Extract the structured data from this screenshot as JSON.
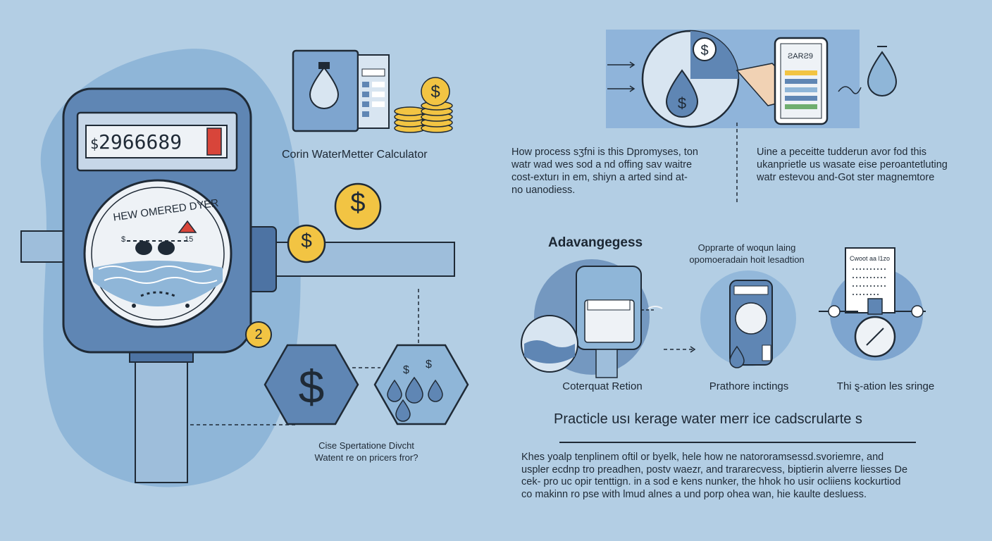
{
  "meter": {
    "display_reading": "2966689",
    "display_prefix": "$",
    "dial_arc_text": "HEW OMERED DYER",
    "dial_left_mark": "$",
    "dial_right_mark": "15"
  },
  "step_badge": "2",
  "calculator_caption": "Corin WaterMetter Calculator",
  "top_left_text": "How process sʒfni is this Dpromyses, ton\nwatr wad wes sod a nd offing sav waitre\ncost-exturı in em, shiyn a arted sind at-\nno uanodiess.",
  "top_right_text": "Uine a peceitte tudderun avor fod this\nukanprietle us wasate eise peroantetluting\nwatr estevou and-Got ster magnemtore",
  "phone_display": "ƧARƧ9",
  "advantages": {
    "heading": "Adavangegess",
    "subheading": "Opprarte of woqun laing\nopomoeradain hoit lesadtion",
    "doc_title": "Cwoot aa l1zo",
    "captions": [
      "Coterquat Retion",
      "Prathore inctings",
      "Thi ȿ-ation les sringe"
    ]
  },
  "bottom_left_caption": "Cise Spertatione Divcht\nWatent re on pricers fror?",
  "practical": {
    "heading": "Practicle usı kerage water merr ice cadscrularte s",
    "body": "Khes yoalp tenplinem oftil or byelk, hele how ne natororamsessd.svoriemre, and\nuspler ecdnp tro preadhen, postv waezr, and trararecvess, biptierin alverre liesses De\ncek- pro uc opir tenttign. in a sod e kens nunker, the hhok ho usir ocliiens kockurtiod\nco makinn ro pse with lmud alnes a und porp ohea wan, hie kaulte desluess."
  },
  "colors": {
    "background": "#b3cee4",
    "meter_blue": "#5f86b4",
    "meter_dark": "#4a6c97",
    "coin_gold": "#f2c443",
    "accent_red": "#d8453a",
    "ink": "#1f2a36"
  }
}
